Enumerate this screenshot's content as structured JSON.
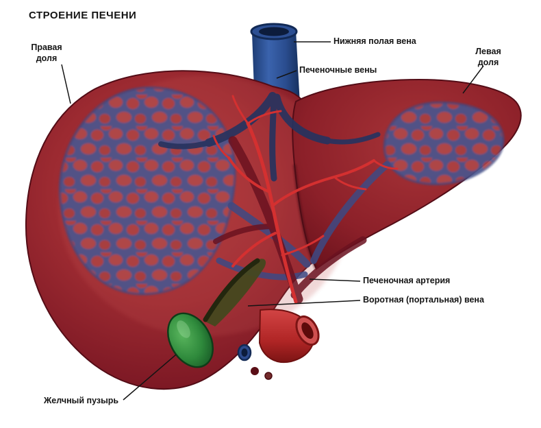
{
  "title": "СТРОЕНИЕ ПЕЧЕНИ",
  "labels": {
    "right_lobe": "Правая доля",
    "inferior_vena_cava": "Нижняя полая вена",
    "hepatic_veins": "Печеночные вены",
    "left_lobe": "Левая доля",
    "hepatic_artery": "Печеночная артерия",
    "portal_vein": "Воротная (портальная) вена",
    "gallbladder": "Желчный пузырь"
  },
  "colors": {
    "label_text": "#141414",
    "liver_dark": "#6e121c",
    "liver_light": "#b03a3a",
    "mesh_vein_blue": "#3d4a84",
    "hepatic_vein_blue": "#27335f",
    "vena_cava_blue": "#2f5396",
    "artery_red": "#d43030",
    "portal_maroon": "#6b1220",
    "vessel_red": "#b02525",
    "gallbladder_green": "#2f8a3c"
  }
}
